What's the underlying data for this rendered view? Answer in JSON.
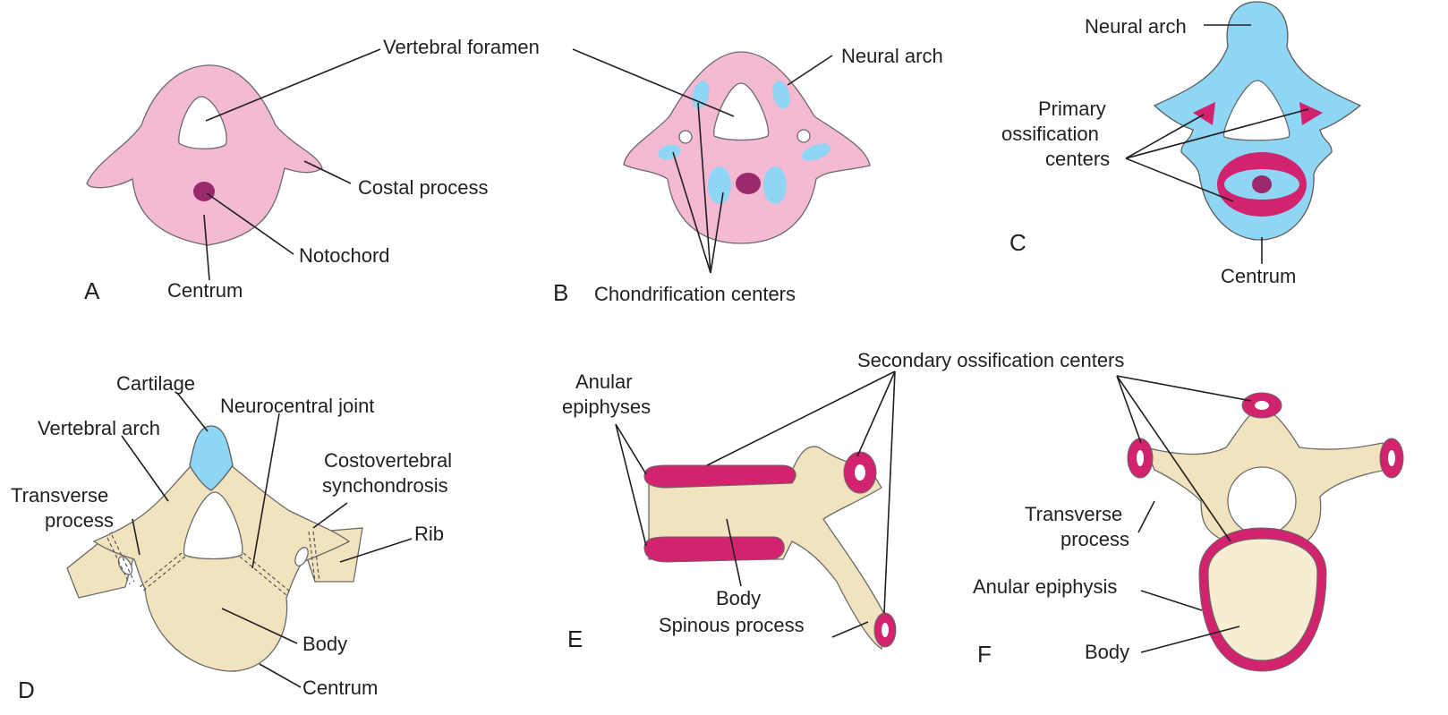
{
  "panels": {
    "a": {
      "letter": "A",
      "labels": {
        "vertebral_foramen": "Vertebral foramen",
        "costal_process": "Costal process",
        "notochord": "Notochord",
        "centrum": "Centrum"
      }
    },
    "b": {
      "letter": "B",
      "labels": {
        "neural_arch": "Neural arch",
        "chondrification_centers": "Chondrification centers"
      }
    },
    "c": {
      "letter": "C",
      "labels": {
        "neural_arch": "Neural arch",
        "primary_1": "Primary",
        "primary_2": "ossification",
        "primary_3": "centers",
        "centrum": "Centrum"
      }
    },
    "d": {
      "letter": "D",
      "labels": {
        "cartilage": "Cartilage",
        "neurocentral_joint": "Neurocentral joint",
        "vertebral_arch": "Vertebral arch",
        "costovertebral_1": "Costovertebral",
        "costovertebral_2": "synchondrosis",
        "transverse_1": "Transverse",
        "transverse_2": "process",
        "rib": "Rib",
        "body": "Body",
        "centrum": "Centrum"
      }
    },
    "e": {
      "letter": "E",
      "labels": {
        "anular_1": "Anular",
        "anular_2": "epiphyses",
        "secondary": "Secondary ossification centers",
        "body": "Body",
        "spinous": "Spinous process"
      }
    },
    "f": {
      "letter": "F",
      "labels": {
        "transverse_1": "Transverse",
        "transverse_2": "process",
        "anular_epiphysis": "Anular epiphysis",
        "body": "Body"
      }
    }
  },
  "colors": {
    "mesenchyme": "#f4b9d3",
    "cartilage": "#8fd6f4",
    "ossification": "#d1236e",
    "notochord": "#9a2a6c",
    "bone": "#f1e3bd"
  }
}
